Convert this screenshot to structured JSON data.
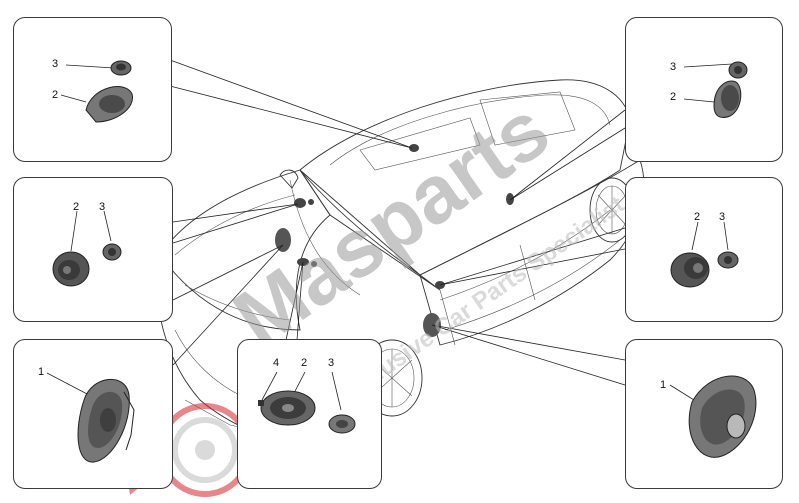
{
  "watermark": {
    "brand": "Masparts",
    "tagline": "Exclusive Car Parts Specialist",
    "brand_color": "#9a9a9a",
    "accent_color": "#d7262e"
  },
  "panels": {
    "top_left": {
      "labels": [
        "3",
        "2"
      ]
    },
    "mid_left": {
      "labels": [
        "2",
        "3"
      ]
    },
    "bottom_left": {
      "labels": [
        "1"
      ]
    },
    "bottom_center": {
      "labels": [
        "4",
        "2",
        "3"
      ]
    },
    "top_right": {
      "labels": [
        "3",
        "2"
      ]
    },
    "mid_right": {
      "labels": [
        "2",
        "3"
      ]
    },
    "bottom_right": {
      "labels": [
        "1"
      ]
    }
  }
}
